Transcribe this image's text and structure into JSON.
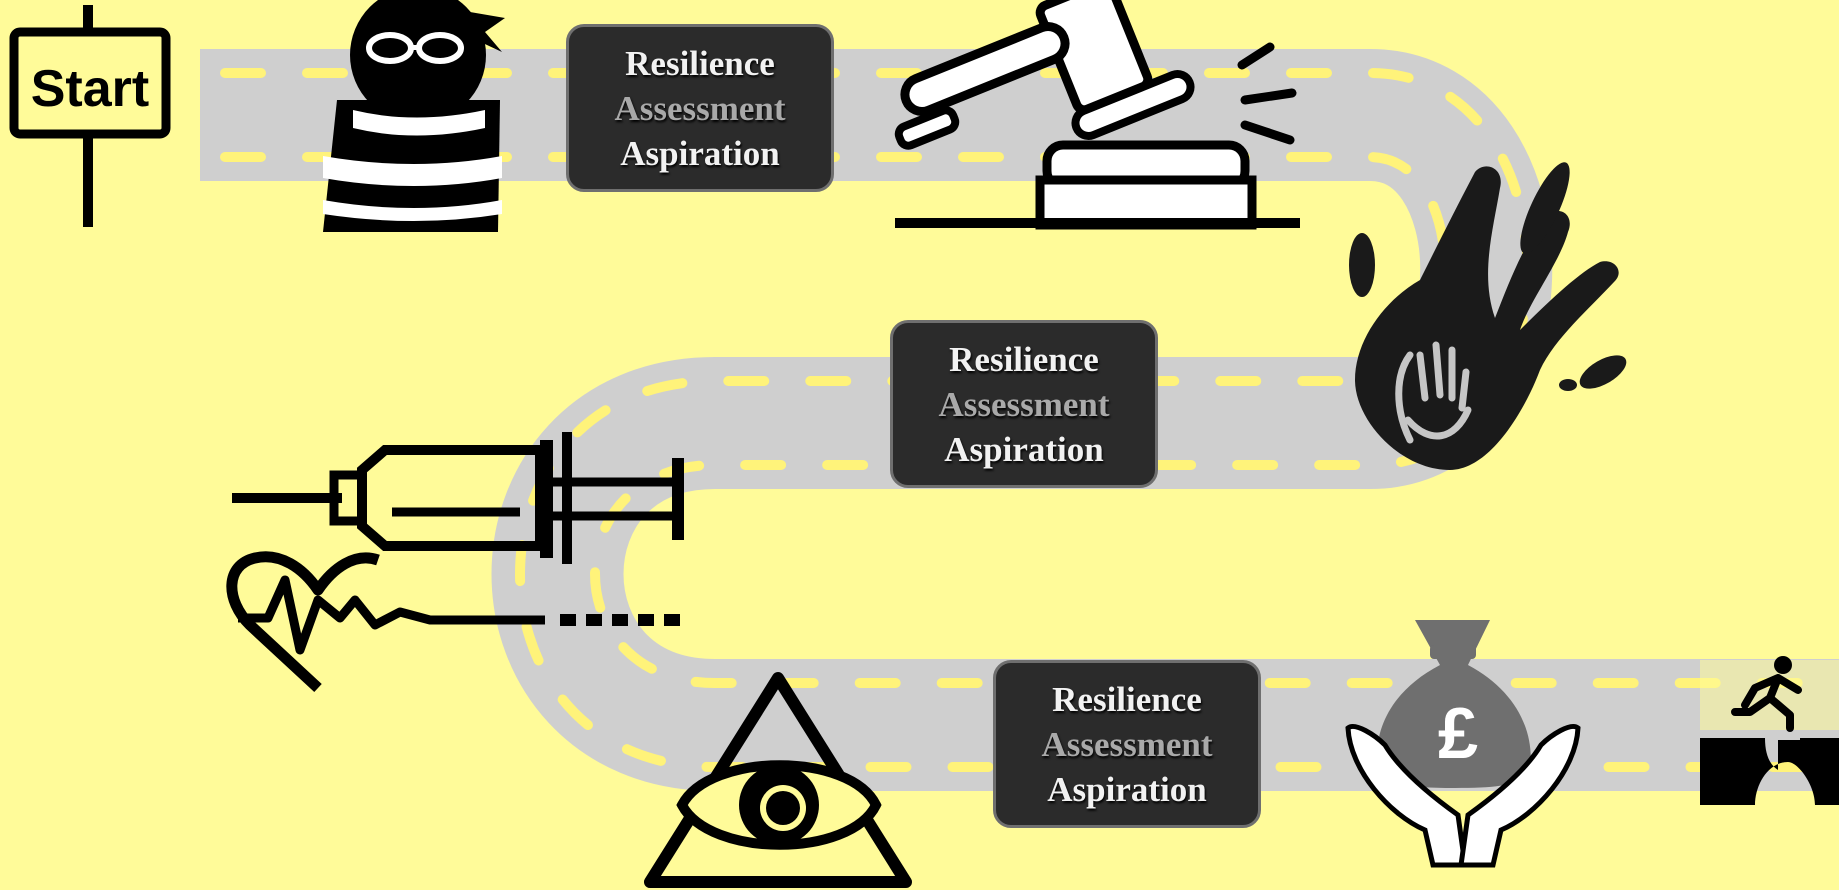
{
  "start_sign": {
    "label": "Start"
  },
  "stops": [
    {
      "line1": "Resilience",
      "line2": "Assessment",
      "line3": "Aspiration"
    },
    {
      "line1": "Resilience",
      "line2": "Assessment",
      "line3": "Aspiration"
    },
    {
      "line1": "Resilience",
      "line2": "Assessment",
      "line3": "Aspiration"
    }
  ],
  "money_bag": {
    "symbol": "£"
  },
  "icons": [
    "signpost-icon",
    "burglar-icon",
    "gavel-icon",
    "handprint-icon",
    "syringe-icon",
    "heartbeat-icon",
    "all-seeing-eye-icon",
    "money-bag-in-hands-icon",
    "person-jumping-gap-icon"
  ],
  "colors": {
    "background": "#fffb99",
    "road": "#cfcfcf",
    "road_dashes": "#fff37a",
    "box": "#2b2b2b",
    "box_text_primary": "#f2f2f2",
    "box_text_secondary": "#a9a9a9"
  }
}
